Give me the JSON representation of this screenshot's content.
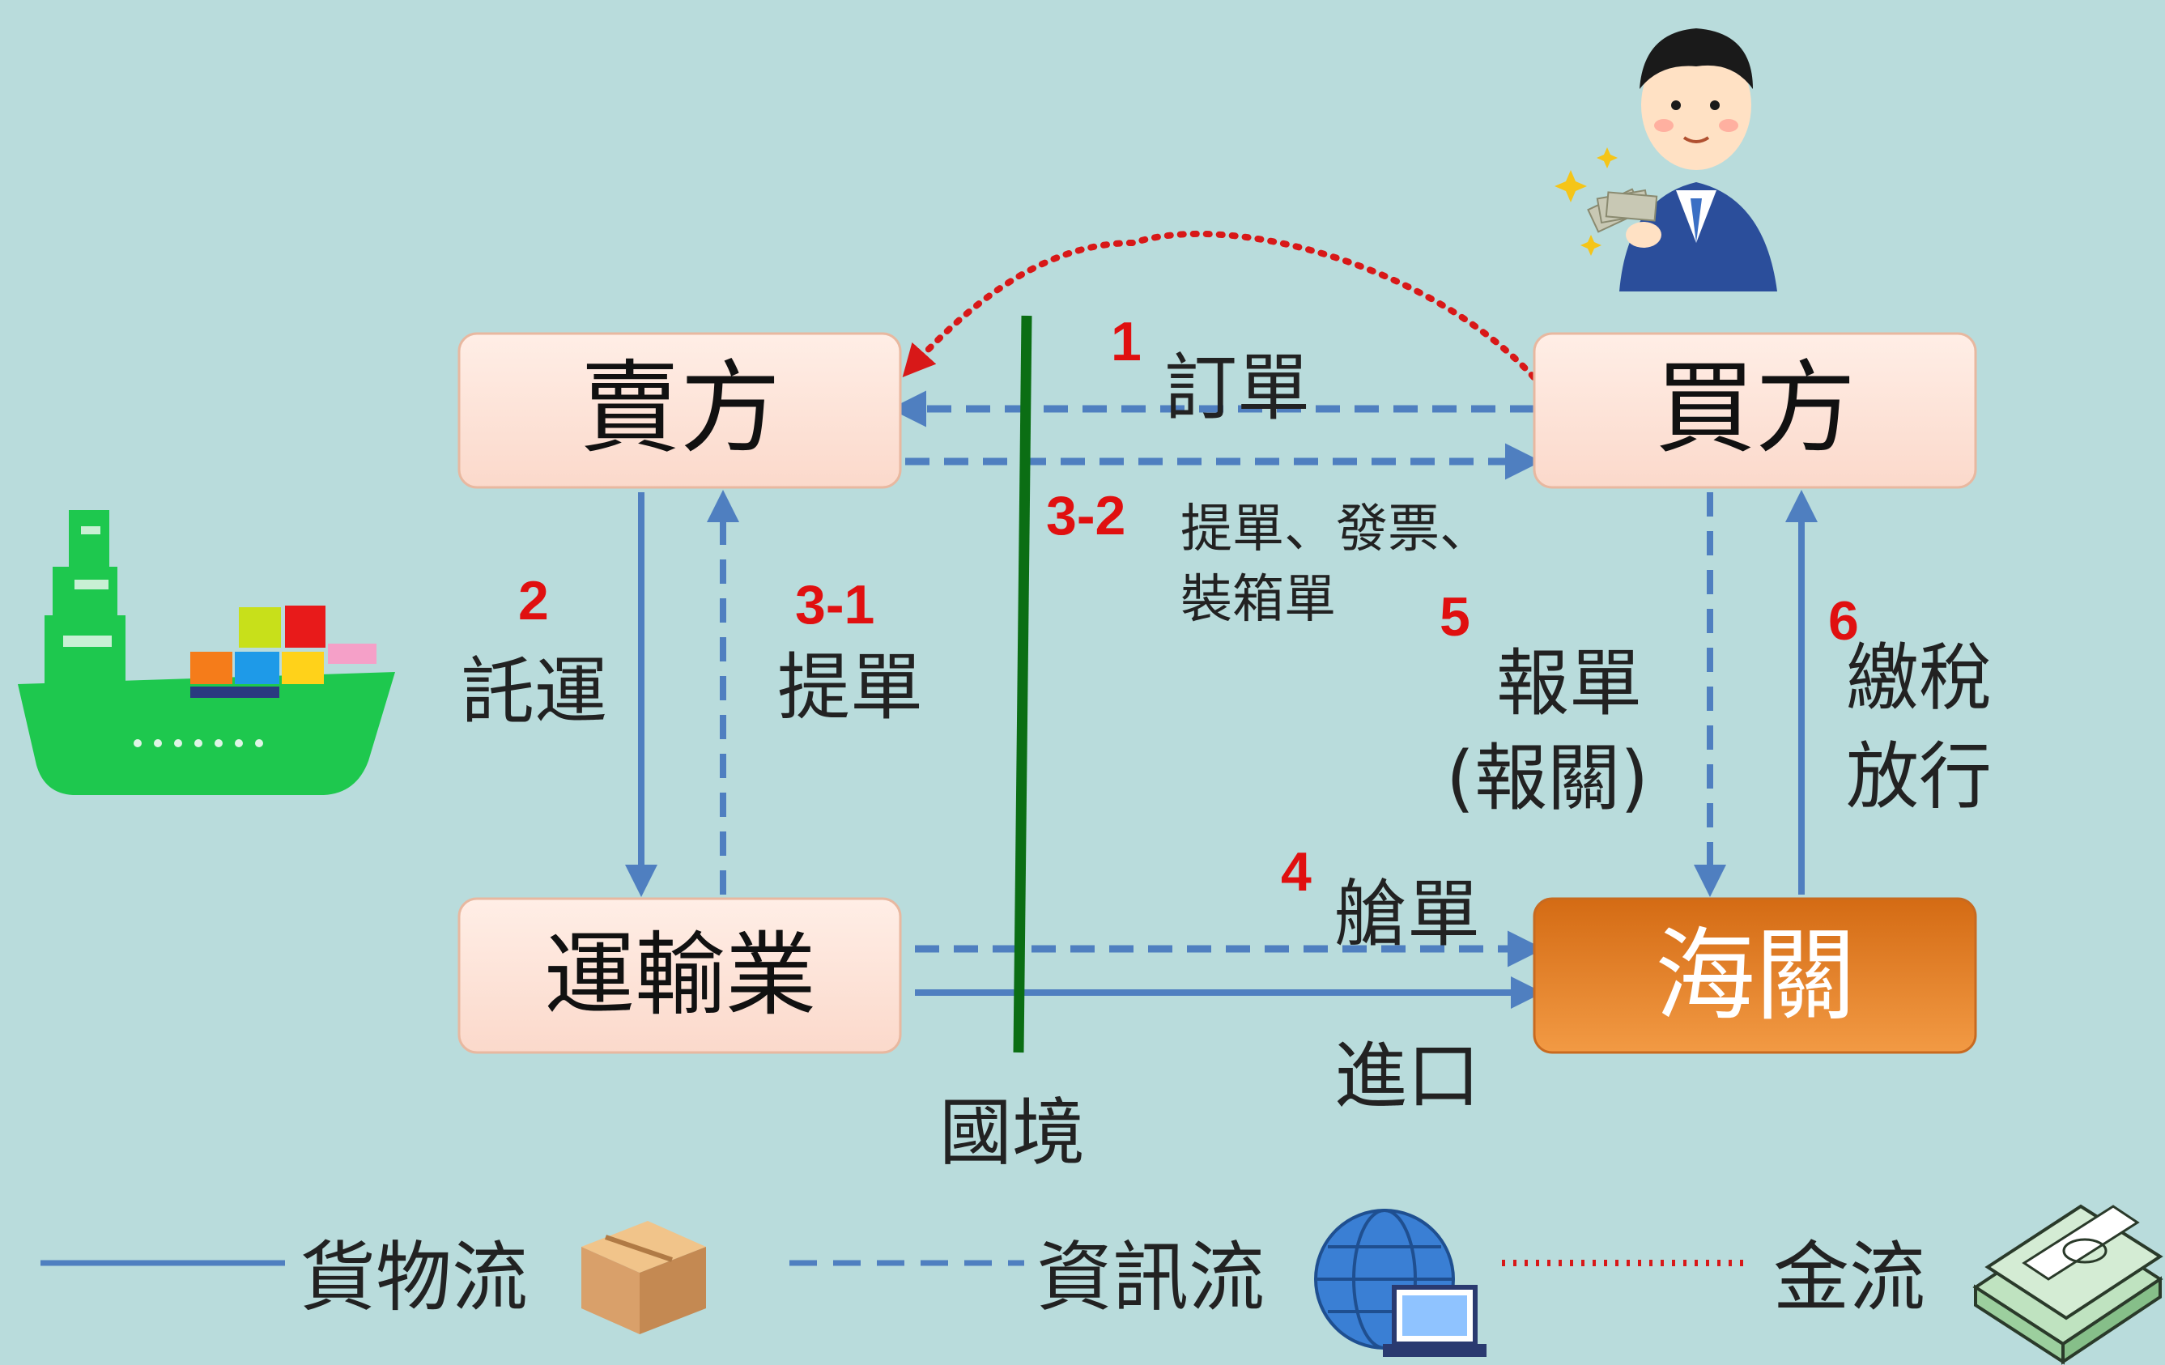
{
  "nodes": {
    "seller": "賣方",
    "buyer": "買方",
    "carrier": "運輸業",
    "customs": "海關"
  },
  "steps": {
    "s1": {
      "num": "1",
      "label": "訂單"
    },
    "s2": {
      "num": "2",
      "label": "託運"
    },
    "s31": {
      "num": "3-1",
      "label": "提單"
    },
    "s32": {
      "num": "3-2",
      "label_line1": "提單、發票、",
      "label_line2": "裝箱單"
    },
    "s4": {
      "num": "4",
      "label": "艙單"
    },
    "s5": {
      "num": "5",
      "label_line1": "報單",
      "label_line2": "(報關)"
    },
    "s6": {
      "num": "6",
      "label_line1": "繳稅",
      "label_line2": "放行"
    }
  },
  "import_label": "進口",
  "border_label": "國境",
  "legend": {
    "goods": "貨物流",
    "info": "資訊流",
    "money": "金流"
  },
  "colors": {
    "background": "#b9dcdc",
    "box_fill": "#fde6dc",
    "customs_fill": "#e8822e",
    "flow_blue": "#4f7fc0",
    "money_red": "#d81818",
    "border_green": "#0b6e14",
    "step_red": "#e01010"
  },
  "icons": [
    "ship-icon",
    "businessman-icon",
    "box-icon",
    "globe-computer-icon",
    "money-stack-icon"
  ]
}
